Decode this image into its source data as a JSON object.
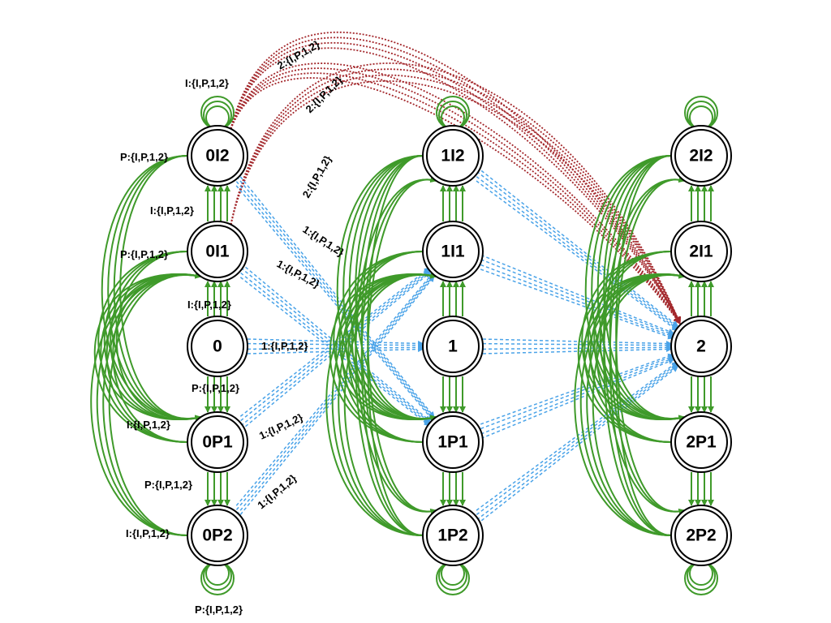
{
  "colors": {
    "green": "#3f9a2a",
    "blue": "#4aa3e8",
    "red": "#a3272b"
  },
  "nodes": [
    {
      "id": "0I2",
      "label": "0I2",
      "col": 0,
      "row": 0
    },
    {
      "id": "0I1",
      "label": "0I1",
      "col": 0,
      "row": 1
    },
    {
      "id": "0",
      "label": "0",
      "col": 0,
      "row": 2
    },
    {
      "id": "0P1",
      "label": "0P1",
      "col": 0,
      "row": 3
    },
    {
      "id": "0P2",
      "label": "0P2",
      "col": 0,
      "row": 4
    },
    {
      "id": "1I2",
      "label": "1I2",
      "col": 1,
      "row": 0
    },
    {
      "id": "1I1",
      "label": "1I1",
      "col": 1,
      "row": 1
    },
    {
      "id": "1",
      "label": "1",
      "col": 1,
      "row": 2
    },
    {
      "id": "1P1",
      "label": "1P1",
      "col": 1,
      "row": 3
    },
    {
      "id": "1P2",
      "label": "1P2",
      "col": 1,
      "row": 4
    },
    {
      "id": "2I2",
      "label": "2I2",
      "col": 2,
      "row": 0
    },
    {
      "id": "2I1",
      "label": "2I1",
      "col": 2,
      "row": 1
    },
    {
      "id": "2",
      "label": "2",
      "col": 2,
      "row": 2
    },
    {
      "id": "2P1",
      "label": "2P1",
      "col": 2,
      "row": 3
    },
    {
      "id": "2P2",
      "label": "2P2",
      "col": 2,
      "row": 4
    }
  ],
  "edge_labels": [
    {
      "id": "lbl-self-0I2",
      "text": "I:{I,P,1,2}"
    },
    {
      "id": "lbl-0I2-p",
      "text": "P:{I,P,1,2}"
    },
    {
      "id": "lbl-0I1-i",
      "text": "I:{I,P,1,2}"
    },
    {
      "id": "lbl-0I1-p",
      "text": "P:{I,P,1,2}"
    },
    {
      "id": "lbl-0-i",
      "text": "I:{I,P,1,2}"
    },
    {
      "id": "lbl-0-1",
      "text": "1:{I,P,1,2}"
    },
    {
      "id": "lbl-0-p",
      "text": "P:{I,P,1,2}"
    },
    {
      "id": "lbl-0P1-i",
      "text": "I:{I,P,1,2}"
    },
    {
      "id": "lbl-0P1-p",
      "text": "P:{I,P,1,2}"
    },
    {
      "id": "lbl-0P2-i",
      "text": "I:{I,P,1,2}"
    },
    {
      "id": "lbl-self-0P2",
      "text": "P:{I,P,1,2}"
    },
    {
      "id": "lbl-0I2-1",
      "text": "1:{I,P,1,2}"
    },
    {
      "id": "lbl-0I1-1",
      "text": "1:{I,P,1,2}"
    },
    {
      "id": "lbl-0P1-1",
      "text": "1:{I,P,1,2}"
    },
    {
      "id": "lbl-0P2-1",
      "text": "1:{I,P,1,2}"
    },
    {
      "id": "lbl-0I2-2a",
      "text": "2:{I,P,1,2}"
    },
    {
      "id": "lbl-0I2-2b",
      "text": "2:{I,P,1,2}"
    },
    {
      "id": "lbl-0I1-2",
      "text": "2:{I,P,1,2}"
    }
  ]
}
